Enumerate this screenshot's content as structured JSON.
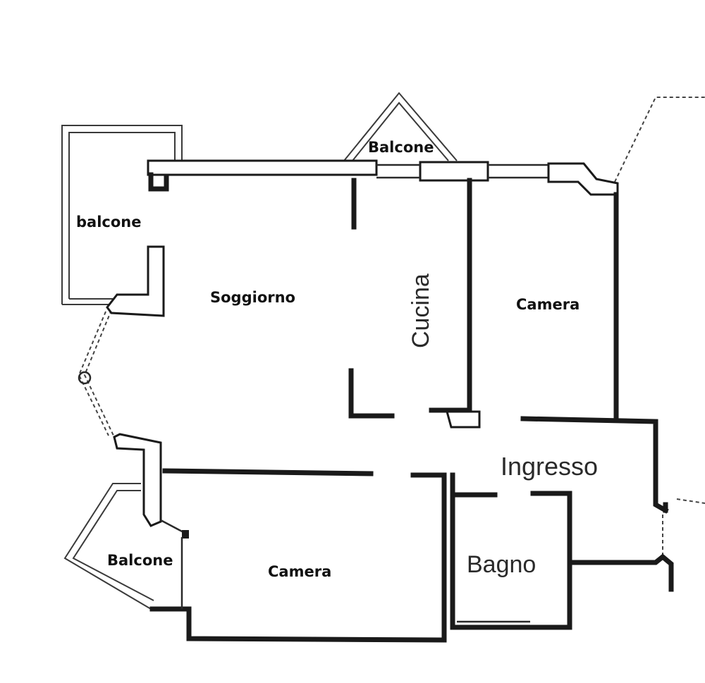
{
  "floorplan": {
    "rooms": {
      "soggiorno": "Soggiorno",
      "cucina": "Cucina",
      "camera_top": "Camera",
      "camera_bottom": "Camera",
      "ingresso": "Ingresso",
      "bagno": "Bagno"
    },
    "balconies": {
      "left": "balcone",
      "top": "Balcone",
      "bottom_left": "Balcone"
    },
    "colors": {
      "wall": "#1a1a1a",
      "label": "#111111",
      "background": "#ffffff"
    }
  }
}
